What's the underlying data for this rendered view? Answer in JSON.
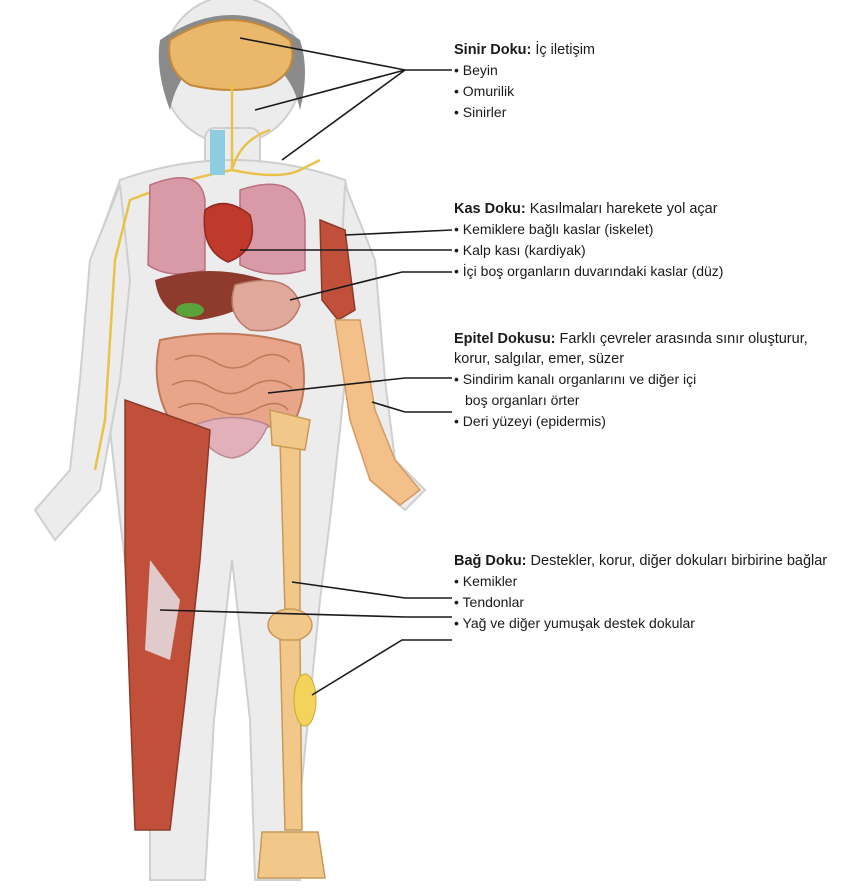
{
  "groups": {
    "sinir": {
      "title": "Sinir Doku:",
      "desc": "İç iletişim",
      "items": [
        "• Beyin",
        "• Omurilik",
        "• Sinirler"
      ]
    },
    "kas": {
      "title": "Kas Doku:",
      "desc": "Kasılmaları harekete yol açar",
      "items": [
        "• Kemiklere bağlı kaslar (iskelet)",
        "• Kalp kası (kardiyak)",
        "• İçi boş organların duvarındaki kaslar (düz)"
      ]
    },
    "epitel": {
      "title": "Epitel Dokusu:",
      "desc": "Farklı çevreler arasında sınır oluşturur, korur, salgılar, emer, süzer",
      "items": [
        "• Sindirim kanalı organlarını ve diğer içi",
        "boş organları örter",
        "• Deri yüzeyi (epidermis)"
      ]
    },
    "bag": {
      "title": "Bağ Doku:",
      "desc": "Destekler, korur, diğer dokuları birbirine bağlar",
      "items": [
        "• Kemikler",
        "• Tendonlar",
        "• Yağ ve diğer yumuşak destek dokular"
      ]
    }
  },
  "colors": {
    "body_outline": "#cfcfcf",
    "body_fill": "#ececec",
    "hair": "#8a8a8a",
    "brain": "#e9b86a",
    "nerve": "#e8c24a",
    "lung": "#d99aa8",
    "heart": "#c0392b",
    "liver": "#8e3b2e",
    "stomach": "#e0a99a",
    "intestine": "#e8a58a",
    "muscle": "#c0503a",
    "bone": "#f2c88a",
    "fat": "#f3d35a",
    "skin_arm": "#f4c08a",
    "leader_line": "#1a1a1a"
  }
}
